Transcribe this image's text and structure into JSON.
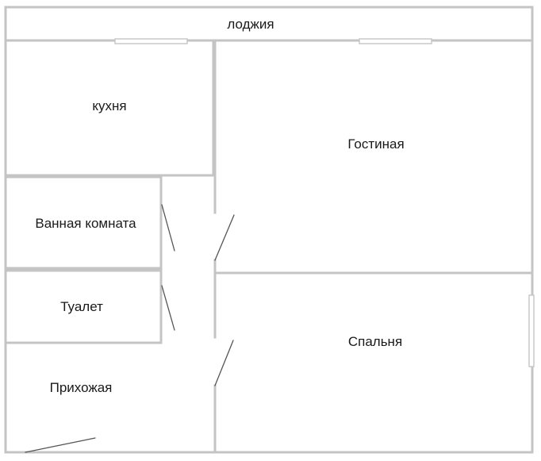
{
  "rooms": {
    "loggia": {
      "label": "лоджия"
    },
    "kitchen": {
      "label": "кухня"
    },
    "living_room": {
      "label": "Гостиная"
    },
    "bathroom": {
      "label": "Ванная комната"
    },
    "toilet": {
      "label": "Туалет"
    },
    "bedroom": {
      "label": "Спальня"
    },
    "hallway": {
      "label": "Прихожая"
    }
  },
  "colors": {
    "walls": "#c4c4c4",
    "doors": "#555555",
    "text": "#1a1a1a",
    "background": "#ffffff"
  }
}
